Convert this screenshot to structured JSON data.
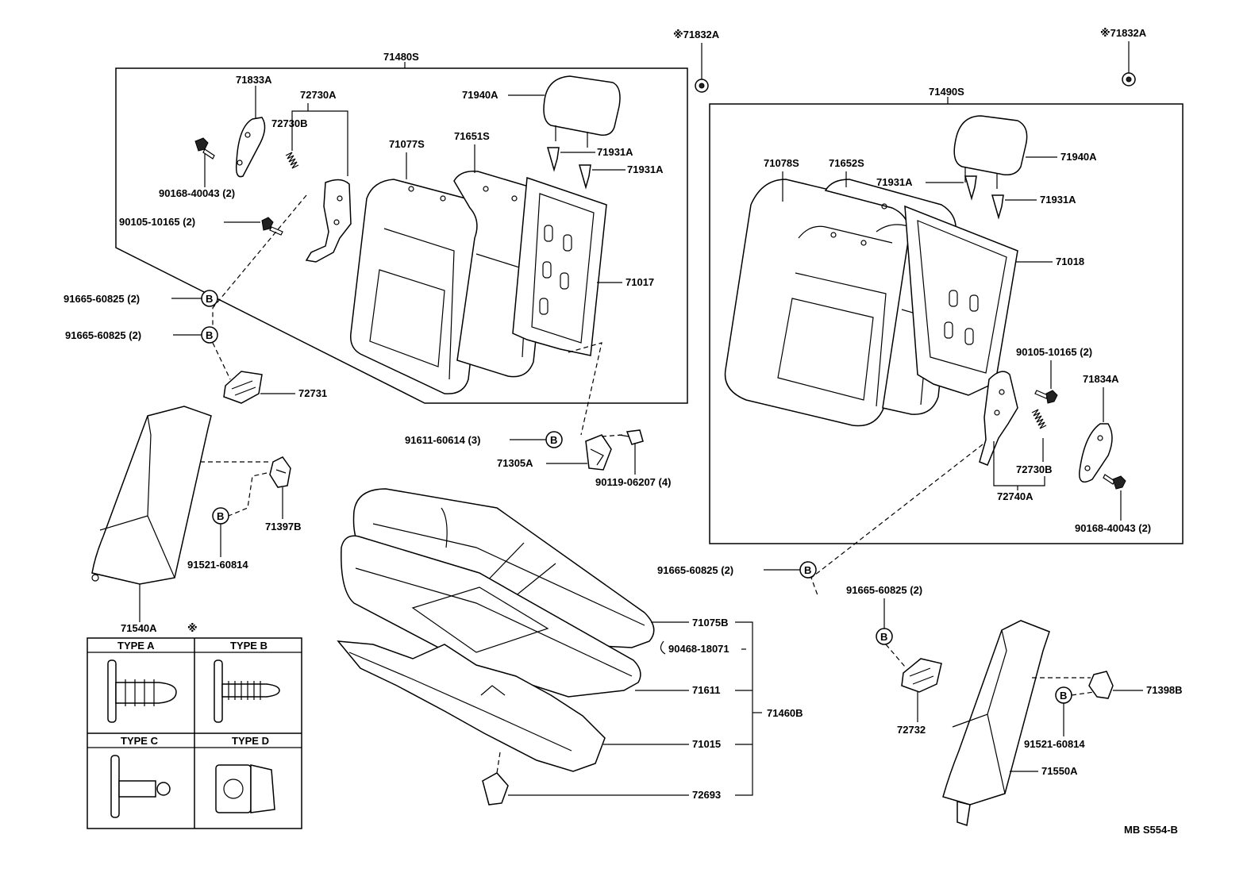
{
  "labels": {
    "l71480S": "71480S",
    "l71833A": "71833A",
    "l72730A": "72730A",
    "l72730B_left": "72730B",
    "l71940A_left": "71940A",
    "l71077S": "71077S",
    "l71651S": "71651S",
    "l71931A_left1": "71931A",
    "l71931A_left2": "71931A",
    "l90168_left": "90168-40043 (2)",
    "l90105_left": "90105-10165 (2)",
    "l71017": "71017",
    "l91665_a": "91665-60825 (2)",
    "l91665_b": "91665-60825 (2)",
    "l72731": "72731",
    "l91611": "91611-60614 (3)",
    "l71305A": "71305A",
    "l90119": "90119-06207 (4)",
    "l71397B": "71397B",
    "l91521_left": "91521-60814",
    "l71540A": "71540A",
    "l_note_symbol": "※",
    "l71832A_1": "※71832A",
    "l71832A_2": "※71832A",
    "l71490S": "71490S",
    "l71078S": "71078S",
    "l71652S": "71652S",
    "l71940A_right": "71940A",
    "l71931A_right1": "71931A",
    "l71931A_right2": "71931A",
    "l71018": "71018",
    "l90105_right": "90105-10165 (2)",
    "l71834A": "71834A",
    "l72730B_right": "72730B",
    "l72740A": "72740A",
    "l90168_right": "90168-40043 (2)",
    "l91665_c": "91665-60825 (2)",
    "l91665_d": "91665-60825 (2)",
    "l72732": "72732",
    "l71075B": "71075B",
    "l90468": "90468-18071",
    "l71611": "71611",
    "l71460B": "71460B",
    "l71015": "71015",
    "l72693": "72693",
    "l71398B": "71398B",
    "l91521_right": "91521-60814",
    "l71550A": "71550A",
    "l_code": "MB S554-B",
    "b_marker": "B"
  },
  "legend": {
    "type_a": "TYPE A",
    "type_b": "TYPE B",
    "type_c": "TYPE C",
    "type_d": "TYPE D"
  }
}
